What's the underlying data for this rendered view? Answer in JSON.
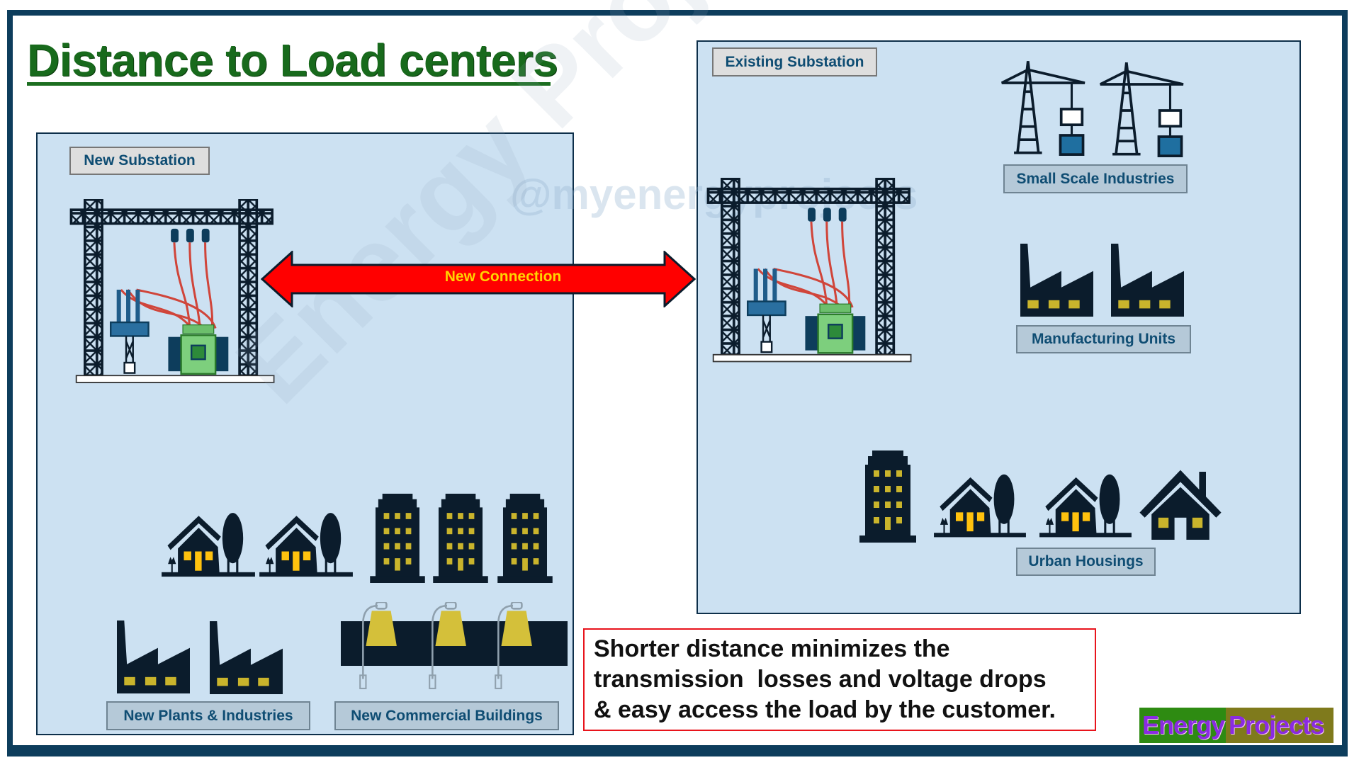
{
  "title": "Distance to Load centers",
  "watermarks": {
    "handle": "@myenergyprojects",
    "diagonal": "Energy Projects"
  },
  "left_panel": {
    "label": "New Substation",
    "plants_label": "New Plants & Industries",
    "commercial_label": "New Commercial Buildings"
  },
  "connection": {
    "label": "New Connection",
    "color": "#ff0000",
    "text_color": "#ffd400"
  },
  "right_panel": {
    "label": "Existing Substation",
    "small_industries_label": "Small Scale Industries",
    "manufacturing_label": "Manufacturing Units",
    "housing_label": "Urban Housings"
  },
  "note": {
    "lines": [
      "Shorter distance minimizes the",
      "transmission  losses and voltage drops",
      "& easy access the load by the customer."
    ],
    "border_color": "#e8141c"
  },
  "logo": {
    "word1": "Energy",
    "word2": "Projects",
    "bg1": "#2e8b12",
    "bg2": "#7f7a1c"
  },
  "colors": {
    "panel": "#cce1f2",
    "frame": "#0d3d5c",
    "icon_dark": "#0b1c2c",
    "window": "#ffc20e",
    "title": "#186a1c"
  }
}
